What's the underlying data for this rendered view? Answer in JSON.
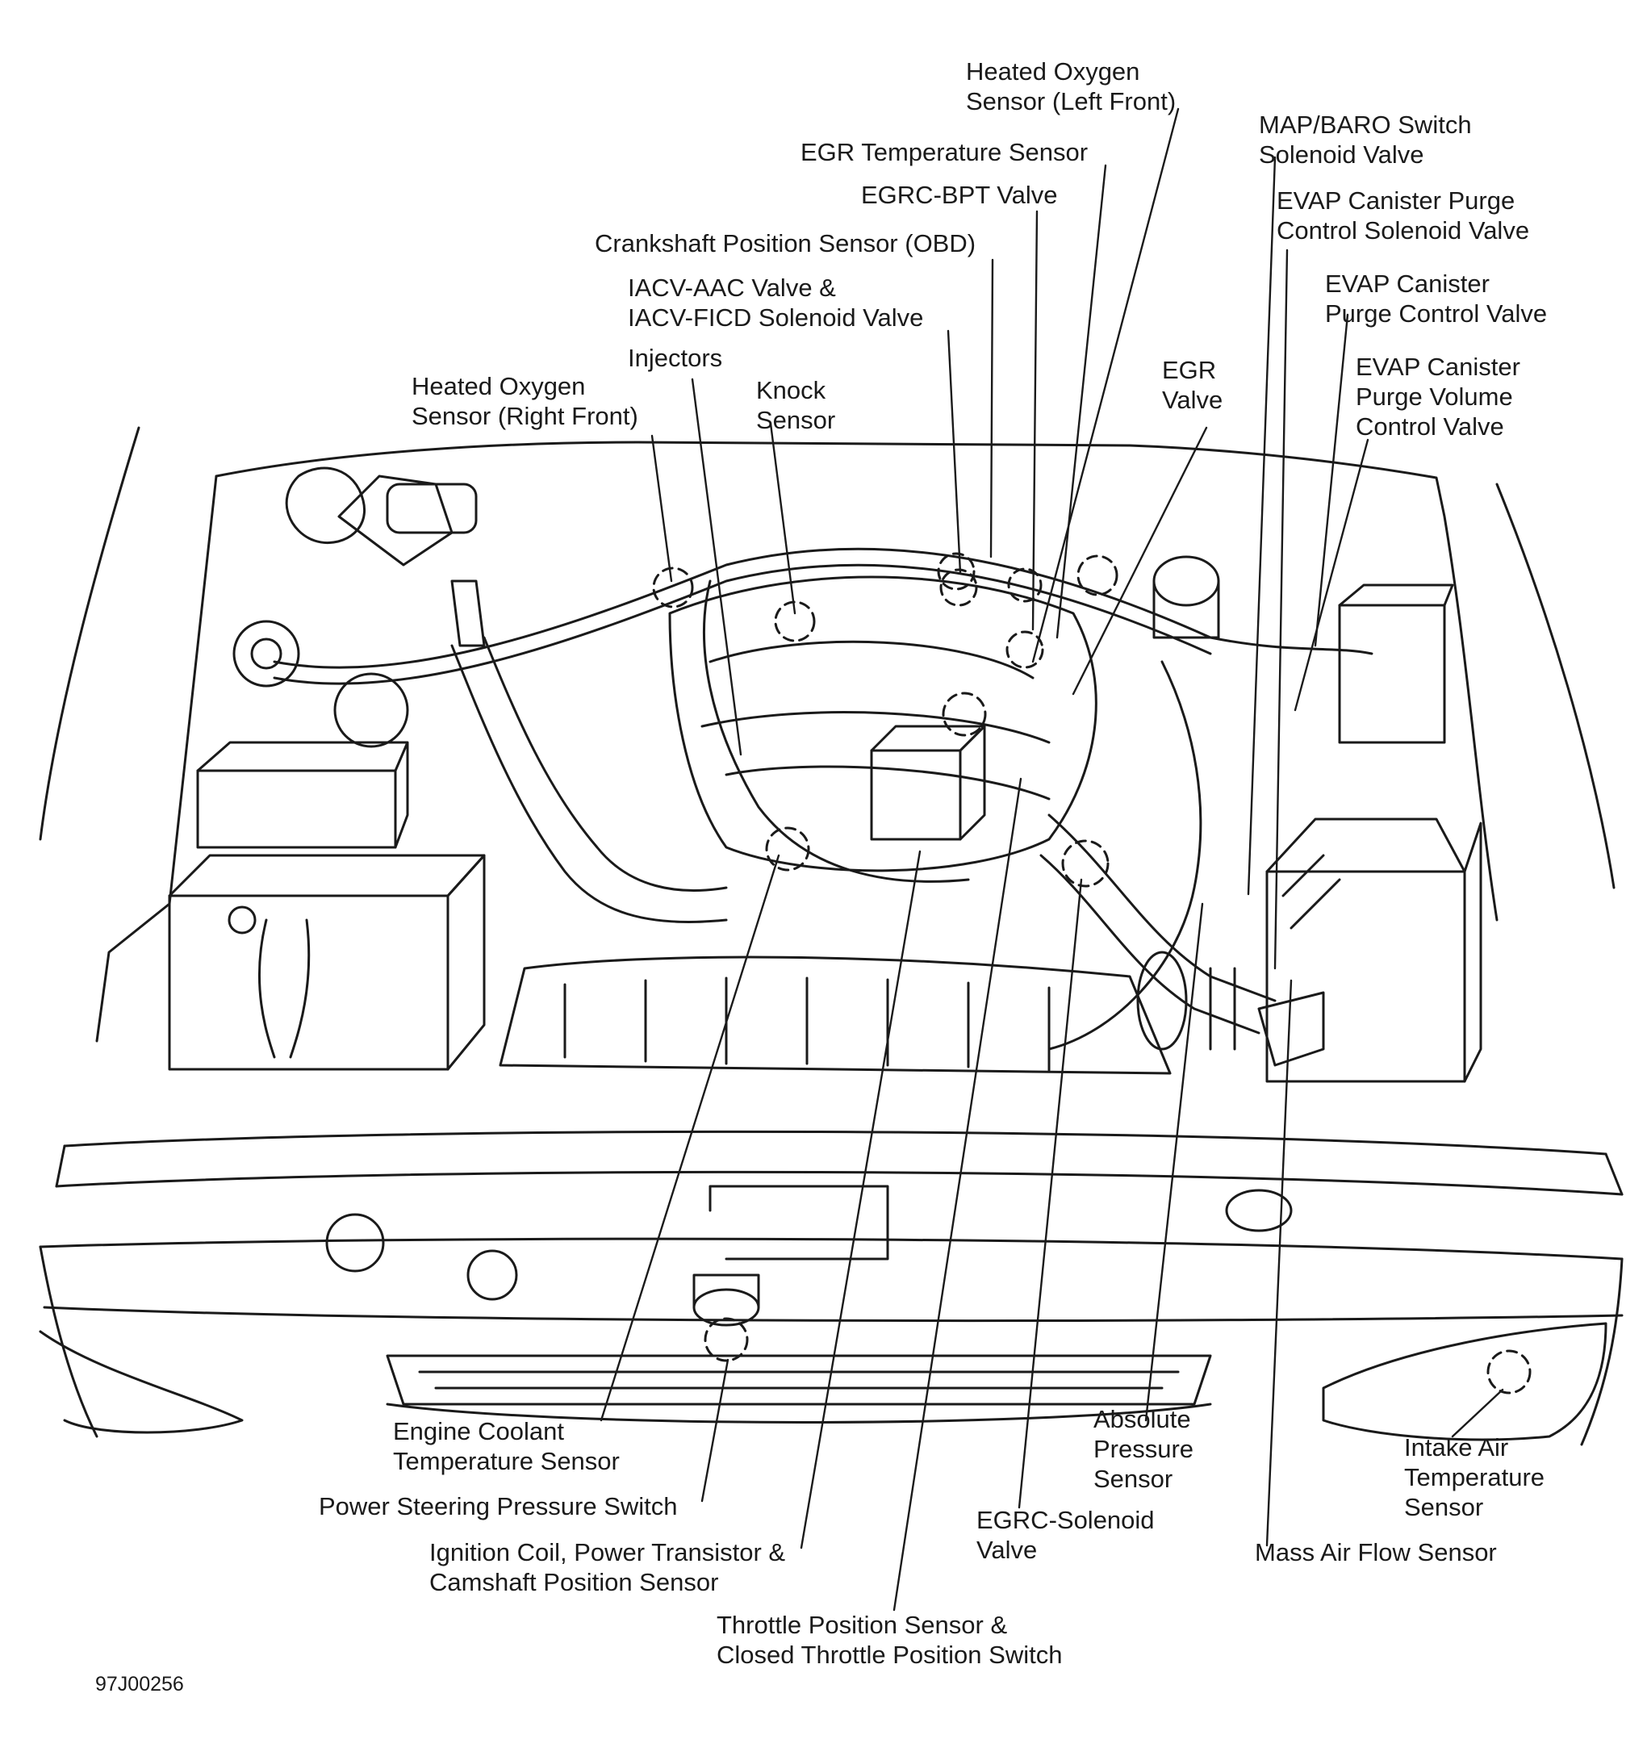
{
  "figure_id": "97J00256",
  "callouts": [
    {
      "key": "ho2s_left_front",
      "lines": [
        "Heated Oxygen",
        "Sensor (Left Front)"
      ]
    },
    {
      "key": "map_baro",
      "lines": [
        "MAP/BARO Switch",
        "Solenoid Valve"
      ]
    },
    {
      "key": "egr_temp",
      "lines": [
        "EGR Temperature Sensor"
      ]
    },
    {
      "key": "egrc_bpt",
      "lines": [
        "EGRC-BPT Valve"
      ]
    },
    {
      "key": "evap_purge_solenoid",
      "lines": [
        "EVAP Canister Purge",
        "Control Solenoid Valve"
      ]
    },
    {
      "key": "crank_pos",
      "lines": [
        "Crankshaft Position Sensor (OBD)"
      ]
    },
    {
      "key": "evap_purge_control",
      "lines": [
        "EVAP Canister",
        "Purge Control Valve"
      ]
    },
    {
      "key": "iacv",
      "lines": [
        "IACV-AAC Valve &",
        "IACV-FICD Solenoid Valve"
      ]
    },
    {
      "key": "evap_purge_volume",
      "lines": [
        "EVAP Canister",
        "Purge Volume",
        "Control Valve"
      ]
    },
    {
      "key": "injectors",
      "lines": [
        "Injectors"
      ]
    },
    {
      "key": "egr_valve",
      "lines": [
        "EGR",
        "Valve"
      ]
    },
    {
      "key": "ho2s_right_front",
      "lines": [
        "Heated Oxygen",
        "Sensor (Right Front)"
      ]
    },
    {
      "key": "knock",
      "lines": [
        "Knock",
        "Sensor"
      ]
    },
    {
      "key": "ect",
      "lines": [
        "Engine Coolant",
        "Temperature Sensor"
      ]
    },
    {
      "key": "abs_pressure",
      "lines": [
        "Absolute",
        "Pressure",
        "Sensor"
      ]
    },
    {
      "key": "iat",
      "lines": [
        "Intake Air",
        "Temperature",
        "Sensor"
      ]
    },
    {
      "key": "ps_switch",
      "lines": [
        "Power Steering Pressure Switch"
      ]
    },
    {
      "key": "egrc_solenoid",
      "lines": [
        "EGRC-Solenoid",
        "Valve"
      ]
    },
    {
      "key": "maf",
      "lines": [
        "Mass Air Flow Sensor"
      ]
    },
    {
      "key": "ignition",
      "lines": [
        "Ignition Coil, Power Transistor &",
        "Camshaft Position Sensor"
      ]
    },
    {
      "key": "tps",
      "lines": [
        "Throttle Position Sensor &",
        "Closed Throttle Position Switch"
      ]
    }
  ]
}
